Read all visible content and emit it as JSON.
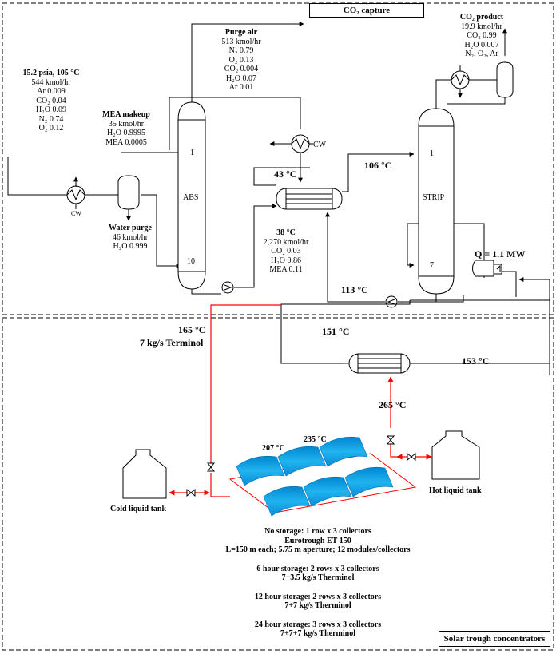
{
  "section_titles": {
    "co2_capture": "CO₂ capture",
    "solar": "Solar trough concentrators"
  },
  "flue_gas": {
    "header": "15.2 psia, 105 °C",
    "lines": [
      "544 kmol/hr",
      "Ar  0.009",
      "CO₂  0.04",
      "H₂O  0.09",
      "N₂  0.74",
      "O₂  0.12"
    ]
  },
  "mea_makeup": {
    "header": "MEA makeup",
    "lines": [
      "35 kmol/hr",
      "H₂O 0.9995",
      "MEA 0.0005"
    ]
  },
  "purge_air": {
    "header": "Purge air",
    "lines": [
      "513 kmol/hr",
      "N₂ 0.79",
      "O₂  0.13",
      "CO₂ 0.004",
      "H₂O 0.07",
      "Ar  0.01"
    ]
  },
  "water_purge": {
    "header": "Water purge",
    "lines": [
      "46 kmol/hr",
      "H₂O 0.999"
    ]
  },
  "rich_amine": {
    "header": "38 °C",
    "lines": [
      "2,270 kmol/hr",
      "CO₂  0.03",
      "H₂O  0.86",
      "MEA  0.11"
    ]
  },
  "co2_product": {
    "header": "CO₂ product",
    "lines": [
      "19.9 kmol/hr",
      "CO₂ 0.99",
      "H₂O 0.007",
      "N₂, O₂, Ar"
    ]
  },
  "column_labels": {
    "abs": "ABS",
    "strip": "STRIP",
    "abs_top": "1",
    "abs_bottom": "10",
    "strip_top": "1",
    "strip_bottom": "7"
  },
  "cw": [
    "CW",
    "CW"
  ],
  "temperatures": {
    "t43": "43 °C",
    "t106": "106 °C",
    "t113": "113 °C",
    "duty": "Q = 1.1 MW",
    "t165": "165 °C",
    "terminol": "7 kg/s Terminol",
    "t151": "151 °C",
    "t153": "153 °C",
    "t265": "265 °C",
    "t207": "207 °C",
    "t235": "235 °C"
  },
  "tanks": {
    "cold": "Cold liquid tank",
    "hot": "Hot liquid tank"
  },
  "storage_notes": [
    {
      "lines": [
        "No storage: 1 row x 3 collectors",
        "Eurotrough ET-150",
        "L=150 m each; 5.75 m aperture; 12 modules/collectors"
      ]
    },
    {
      "lines": [
        "6 hour storage: 2 rows x 3 collectors",
        "7+3.5 kg/s Therminol"
      ]
    },
    {
      "lines": [
        "12 hour storage: 2 rows x 3 collectors",
        "7+7 kg/s Therminol"
      ]
    },
    {
      "lines": [
        "24 hour storage: 3 rows x 3 collectors",
        "7+7+7 kg/s Therminol"
      ]
    }
  ],
  "colors": {
    "solar_loop": "#ff0000",
    "collector": "#00a0e8",
    "line": "#000000"
  }
}
